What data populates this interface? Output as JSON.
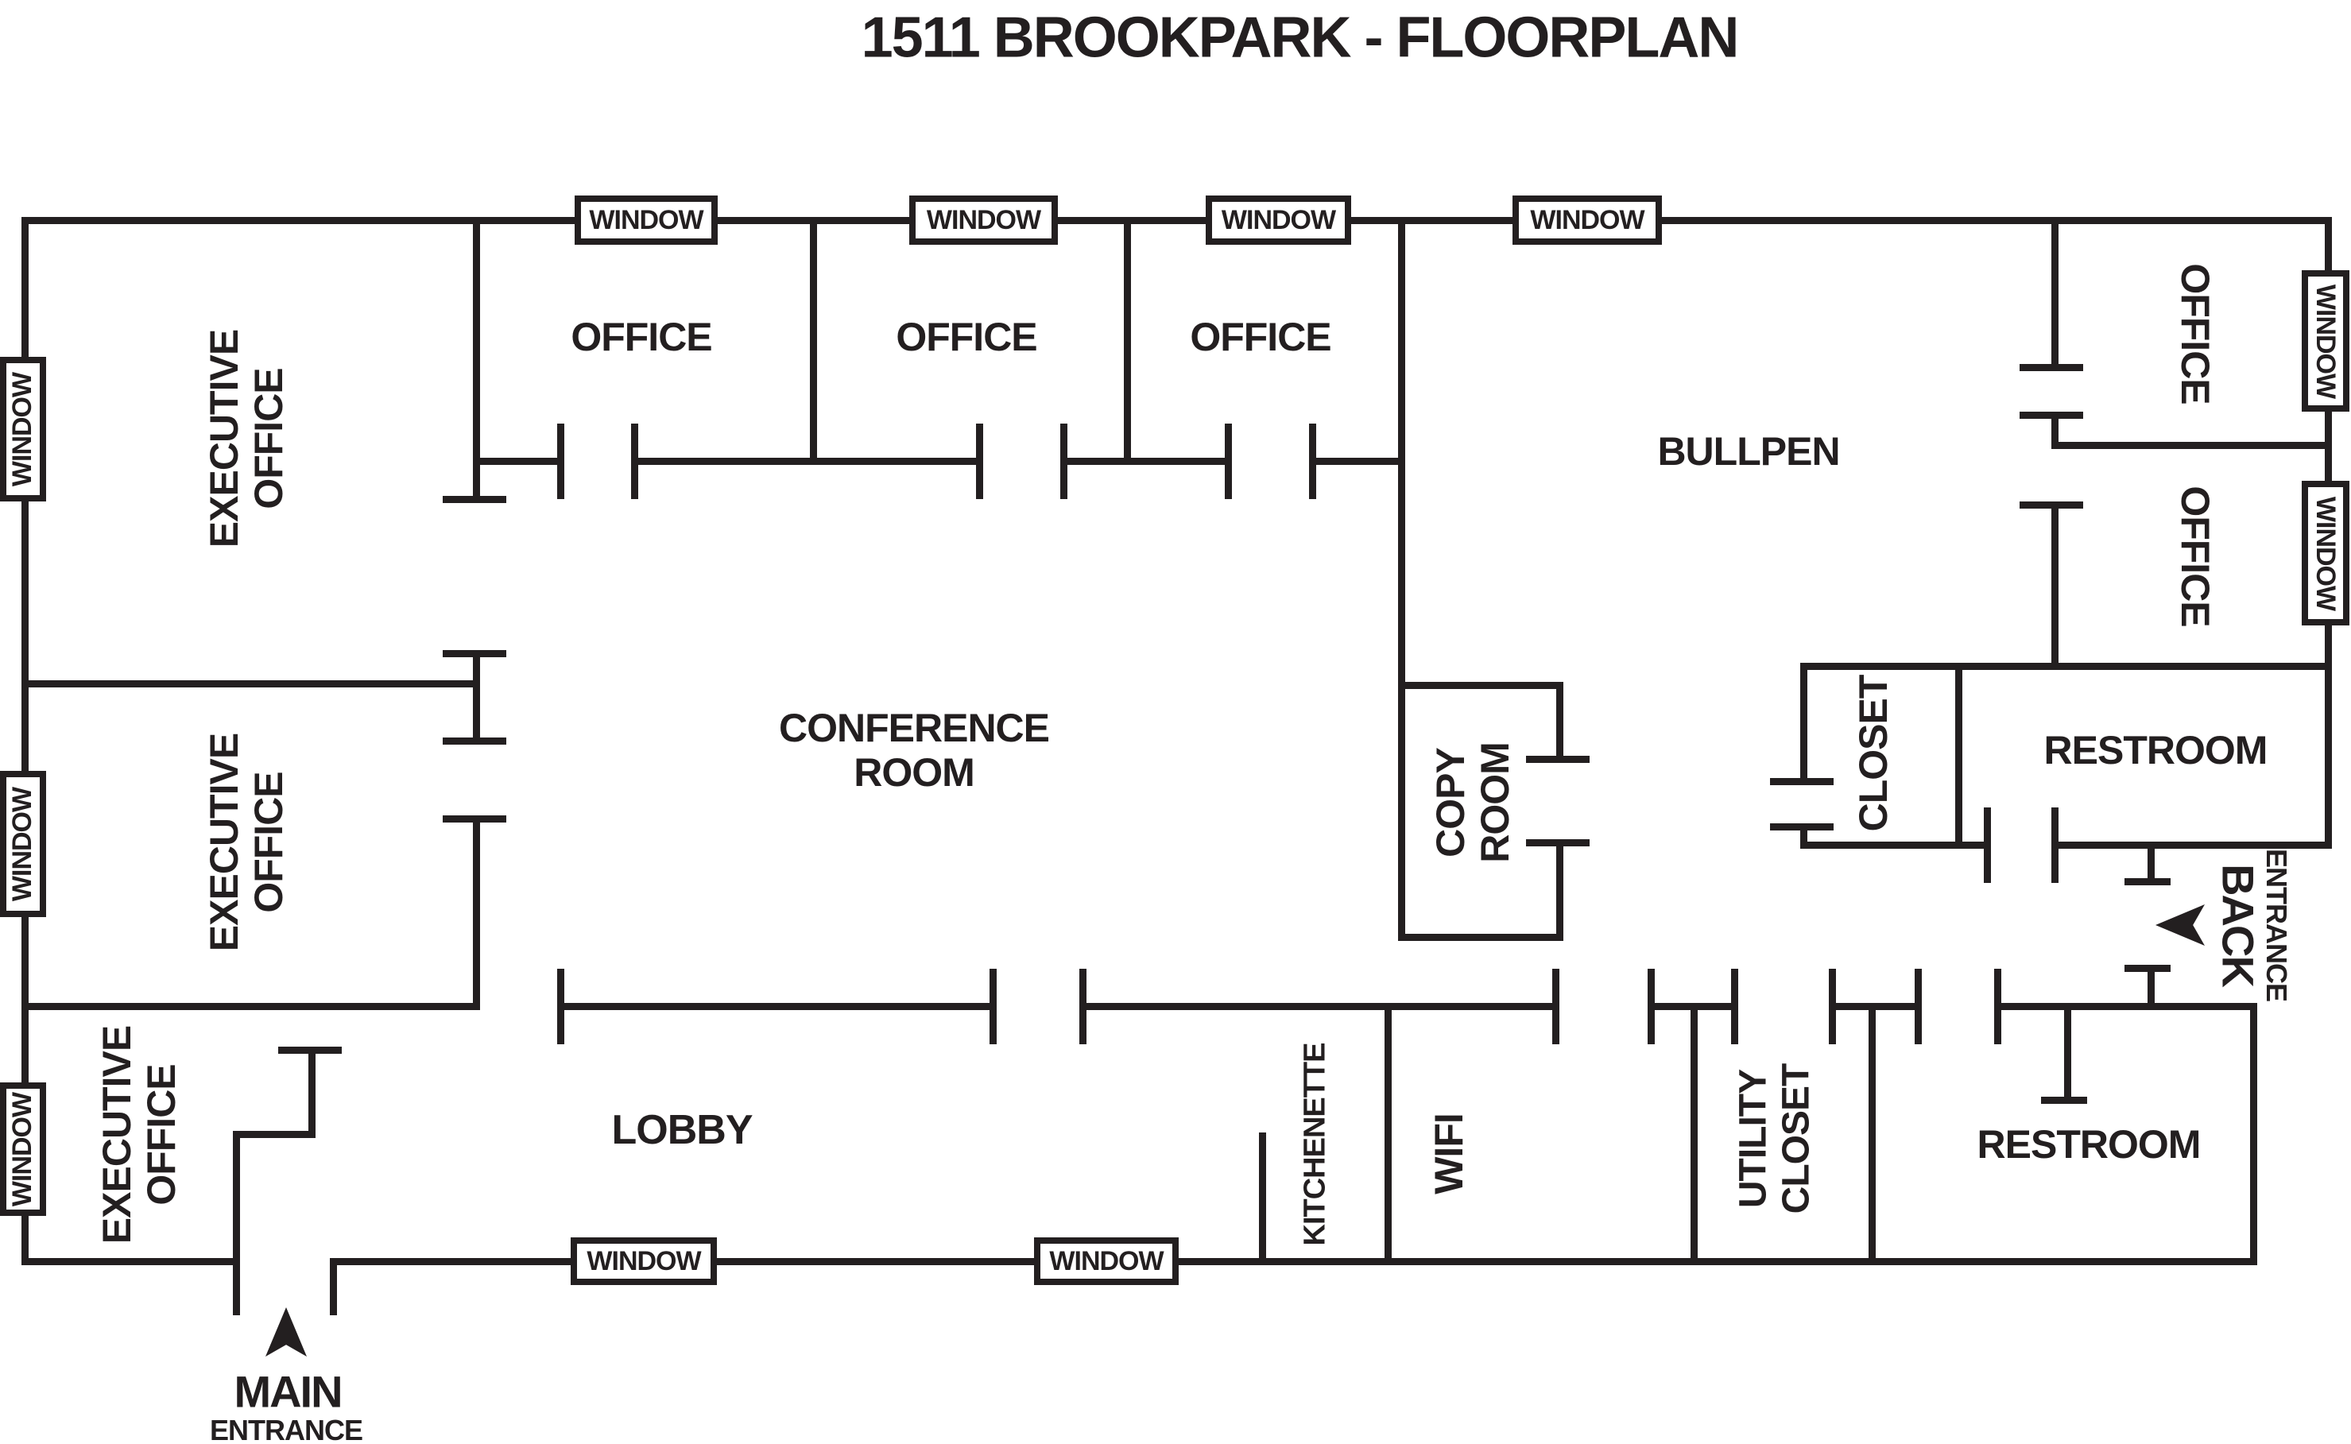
{
  "title": "1511 BROOKPARK - FLOORPLAN",
  "window_label": "WINDOW",
  "colors": {
    "ink": "#231f20",
    "background": "#ffffff"
  },
  "labels": {
    "exec1": {
      "lines": [
        "EXECUTIVE",
        "OFFICE"
      ]
    },
    "exec2": {
      "lines": [
        "EXECUTIVE",
        "OFFICE"
      ]
    },
    "exec3": {
      "lines": [
        "EXECUTIVE",
        "OFFICE"
      ]
    },
    "office1": {
      "text": "OFFICE"
    },
    "office2": {
      "text": "OFFICE"
    },
    "office3": {
      "text": "OFFICE"
    },
    "office_r1": {
      "text": "OFFICE"
    },
    "office_r2": {
      "text": "OFFICE"
    },
    "bullpen": {
      "text": "BULLPEN"
    },
    "conference": {
      "lines": [
        "CONFERENCE",
        "ROOM"
      ]
    },
    "copy": {
      "lines": [
        "COPY",
        "ROOM"
      ]
    },
    "closet": {
      "text": "CLOSET"
    },
    "restroom_upper": {
      "text": "RESTROOM"
    },
    "restroom_lower": {
      "text": "RESTROOM"
    },
    "lobby": {
      "text": "LOBBY"
    },
    "kitchenette": {
      "text": "KITCHENETTE"
    },
    "wifi": {
      "text": "WIFI"
    },
    "utility": {
      "lines": [
        "UTILITY",
        "CLOSET"
      ]
    }
  },
  "entrances": {
    "main": {
      "name": "MAIN",
      "sub": "ENTRANCE"
    },
    "back": {
      "name": "BACK",
      "sub": "ENTRANCE"
    }
  }
}
